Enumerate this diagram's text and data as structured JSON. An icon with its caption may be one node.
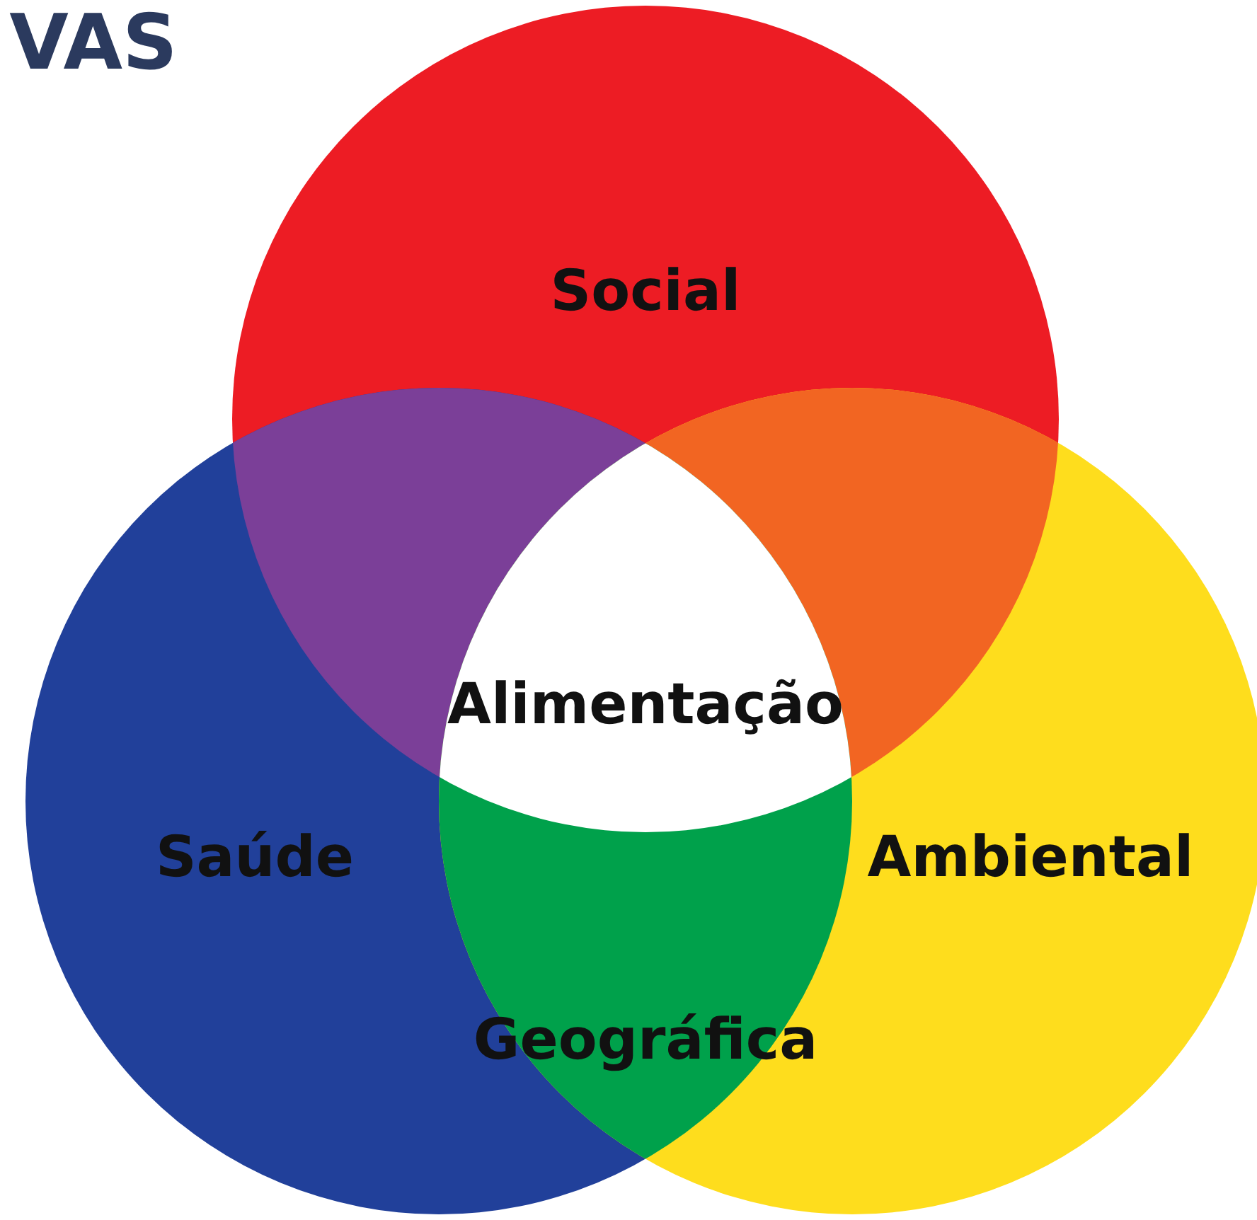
{
  "diagram": {
    "nodes": [
      {
        "text": [
          "Social"
        ]
      },
      {
        "text": [
          "Saúde"
        ]
      },
      {
        "text": [
          "Ambiental"
        ]
      }
    ],
    "edges": [],
    "labels": [
      "VAS",
      "Alimentação",
      "Geográfica"
    ]
  }
}
